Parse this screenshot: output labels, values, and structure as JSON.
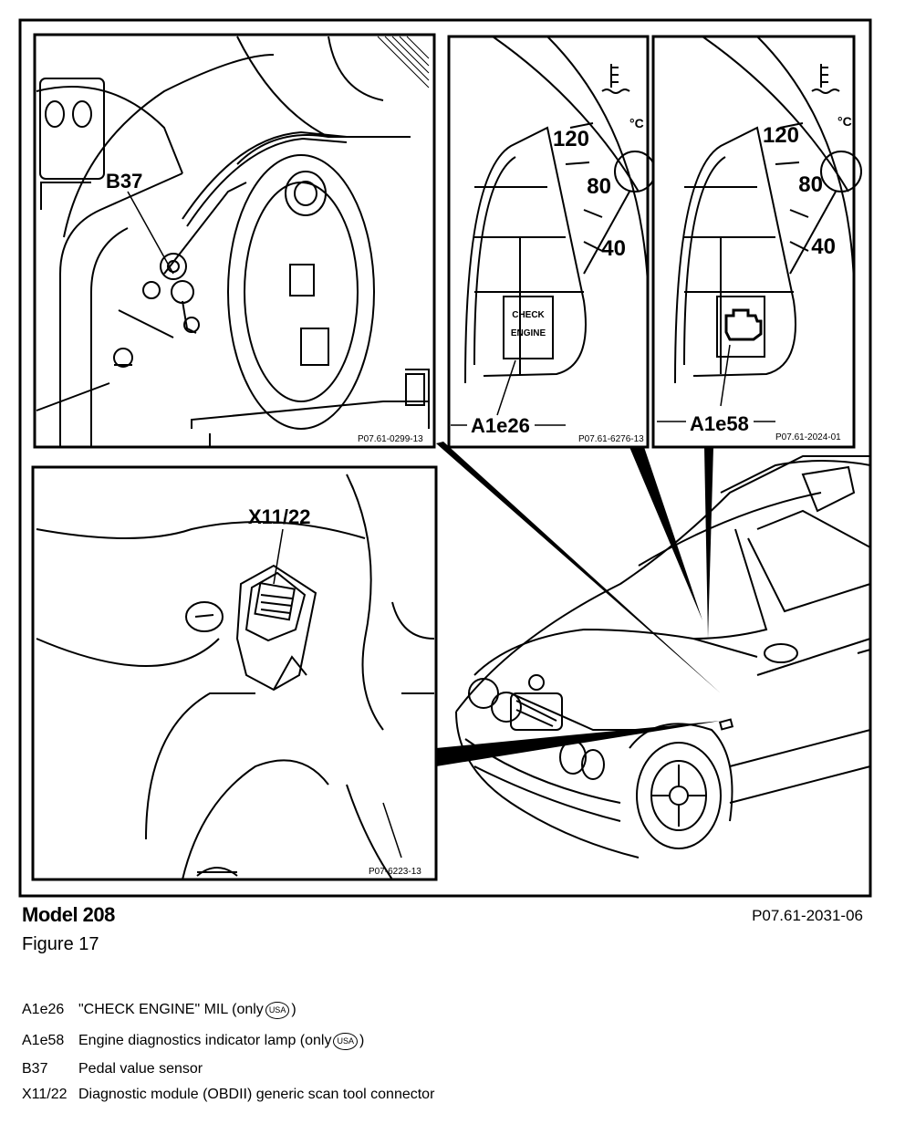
{
  "panels": {
    "engine_bay": {
      "label": "B37",
      "code": "P07.61-0299-13"
    },
    "cluster_text": {
      "label": "A1e26",
      "code": "P07.61-6276-13",
      "lamp_line1": "CHECK",
      "lamp_line2": "ENGINE",
      "gauge_ticks": [
        "120",
        "80",
        "40"
      ],
      "unit": "°C"
    },
    "cluster_symbol": {
      "label": "A1e58",
      "code": "P07.61-2024-01",
      "gauge_ticks": [
        "120",
        "80",
        "40"
      ],
      "unit": "°C"
    },
    "connector": {
      "label": "X11/22",
      "code": "P07-6223-13"
    }
  },
  "caption": {
    "model": "Model 208",
    "figure": "Figure 17",
    "figure_code": "P07.61-2031-06"
  },
  "legend": [
    {
      "key": "A1e26",
      "desc": "\"CHECK ENGINE\" MIL (only",
      "badge": "USA",
      "close": ")"
    },
    {
      "key": "A1e58",
      "desc": "Engine diagnostics indicator lamp (only",
      "badge": "USA",
      "close": ")"
    },
    {
      "key": "B37",
      "desc": "Pedal value sensor",
      "badge": "",
      "close": ""
    },
    {
      "key": "X11/22",
      "desc": "Diagnostic module (OBDII) generic scan tool connector",
      "badge": "",
      "close": ""
    }
  ]
}
